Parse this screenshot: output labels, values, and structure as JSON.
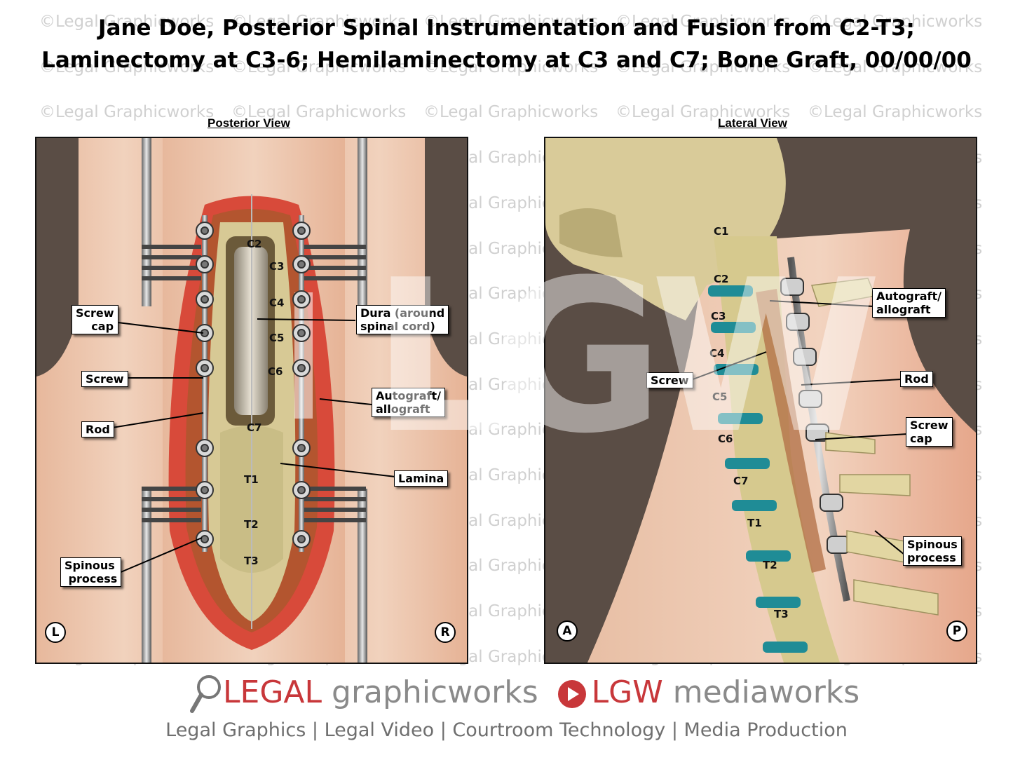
{
  "title": {
    "line1": "Jane Doe, Posterior Spinal Instrumentation and Fusion from C2-T3;",
    "line2": "Laminectomy at C3-6; Hemilaminectomy at C3 and C7; Bone Graft, 00/00/00"
  },
  "watermark": "©Legal Graphicworks",
  "big_watermark": "LGW",
  "posterior": {
    "title": "Posterior View",
    "vertebrae": [
      "C2",
      "C3",
      "C4",
      "C5",
      "C6",
      "C7",
      "T1",
      "T2",
      "T3"
    ],
    "callouts": {
      "screw_cap": "Screw\n    cap",
      "screw": "Screw",
      "rod": "Rod",
      "spinous_process": "Spinous\n process",
      "dura": "Dura (around\nspinal cord)",
      "autograft": "Autograft/\nallograft",
      "lamina": "Lamina"
    },
    "orient_left": "L",
    "orient_right": "R"
  },
  "lateral": {
    "title": "Lateral View",
    "vertebrae": [
      "C1",
      "C2",
      "C3",
      "C4",
      "C5",
      "C6",
      "C7",
      "T1",
      "T2",
      "T3"
    ],
    "callouts": {
      "autograft": "Autograft/\nallograft",
      "screw": "Screw",
      "rod": "Rod",
      "screw_cap": "Screw\ncap",
      "spinous_process": "Spinous\nprocess"
    },
    "orient_left": "A",
    "orient_right": "P"
  },
  "footer": {
    "brand1_bold": "LEGAL",
    "brand1_rest": " graphicworks",
    "brand2_bold": "LGW",
    "brand2_rest": " mediaworks",
    "tagline": "Legal Graphics | Legal Video | Courtroom Technology | Media Production"
  },
  "colors": {
    "brand_red": "#c8373a",
    "disc_teal": "#1f8c96",
    "bone": "#d8cc92"
  }
}
